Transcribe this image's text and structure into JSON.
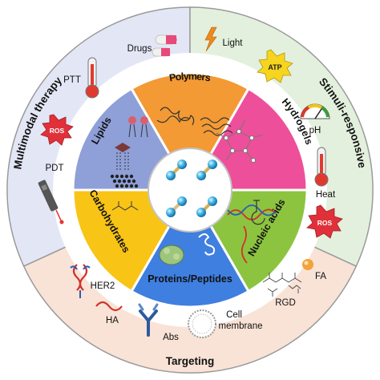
{
  "outer_ring": {
    "multimodal_title": "Multimodal therapy",
    "stimuli_title": "Stimuli-responsive",
    "targeting_title": "Targeting",
    "colors": {
      "multimodal": "#e3e6f5",
      "stimuli": "#e3f0dd",
      "targeting": "#f8e3d6",
      "stroke": "#9a9a9a"
    },
    "multimodal_items": {
      "drugs": "Drugs",
      "ptt": "PTT",
      "ros": "ROS",
      "pdt": "PDT"
    },
    "stimuli_items": {
      "light": "Light",
      "atp": "ATP",
      "ph": "pH",
      "heat": "Heat",
      "ros": "ROS"
    },
    "targeting_items": {
      "her2": "HER2",
      "ha": "HA",
      "abs": "Abs",
      "cell": "Cell",
      "membrane": "membrane",
      "rgd": "RGD",
      "fa": "FA"
    }
  },
  "segments": [
    {
      "label": "Polymers",
      "color": "#f39a34"
    },
    {
      "label": "Hydrogels",
      "color": "#ee4f9a"
    },
    {
      "label": "Nucleic acids",
      "color": "#8cc43f"
    },
    {
      "label": "Proteins/Peptides",
      "color": "#3f7fe0"
    },
    {
      "label": "Carbohydrates",
      "color": "#f8c416"
    },
    {
      "label": "Lipids",
      "color": "#8f9fd8"
    }
  ],
  "center_icon": "dna-nanocube-icon"
}
